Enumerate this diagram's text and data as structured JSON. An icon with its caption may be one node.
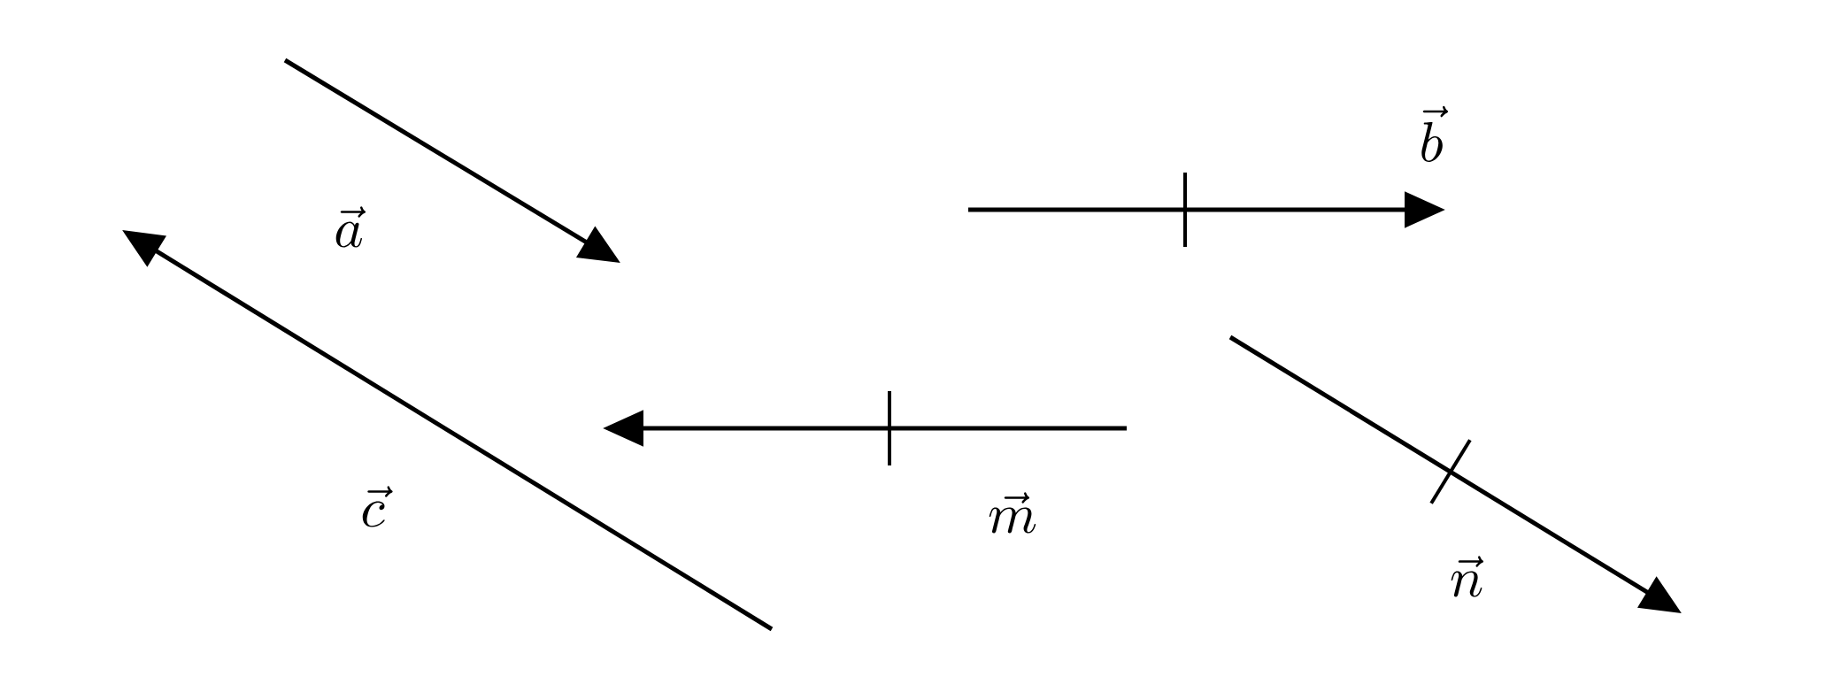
{
  "diagram": {
    "labels": [
      "\\vec{b}",
      "\\vec{a}",
      "\\vec{c}",
      "\\vec{m}",
      "\\vec{n}"
    ]
  }
}
